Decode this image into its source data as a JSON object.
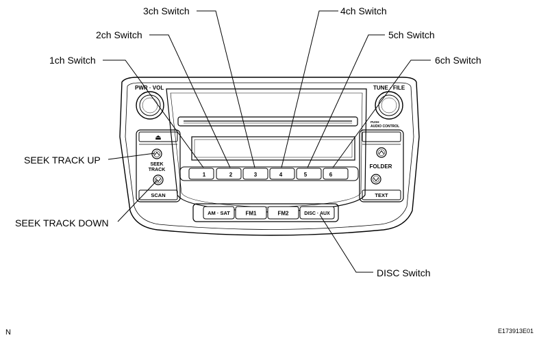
{
  "callouts": {
    "ch1": "1ch Switch",
    "ch2": "2ch Switch",
    "ch3": "3ch Switch",
    "ch4": "4ch Switch",
    "ch5": "5ch Switch",
    "ch6": "6ch Switch",
    "seek_up": "SEEK TRACK UP",
    "seek_down": "SEEK TRACK DOWN",
    "disc": "DISC Switch"
  },
  "panel": {
    "pwr_vol": "PWR · VOL",
    "tune_file": "TUNE · FILE",
    "push_audio_1": "PUSH",
    "push_audio_2": "AUDIO CONTROL",
    "eject_symbol": "⏏",
    "seek_1": "SEEK",
    "seek_2": "TRACK",
    "scan": "SCAN",
    "folder": "FOLDER",
    "text": "TEXT",
    "presets": [
      "1",
      "2",
      "3",
      "4",
      "5",
      "6"
    ],
    "bands": [
      "AM · SAT",
      "FM1",
      "FM2",
      "DISC · AUX"
    ]
  },
  "footer": {
    "left_code": "N",
    "right_code": "E173913E01"
  }
}
